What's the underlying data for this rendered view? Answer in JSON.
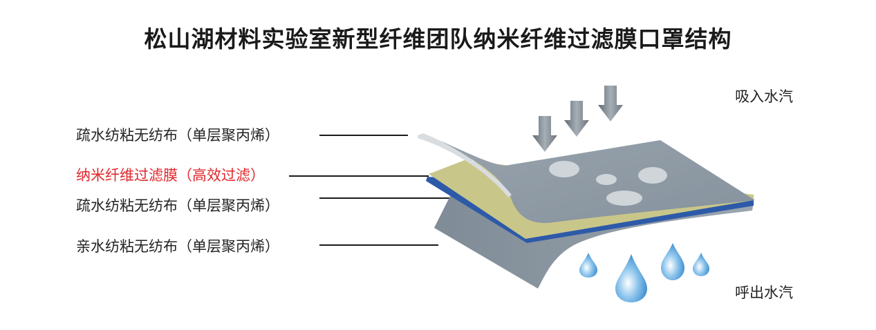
{
  "title": "松山湖材料实验室新型纤维团队纳米纤维过滤膜口罩结构",
  "layers": [
    {
      "label": "疏水纺粘无纺布（单层聚丙烯）",
      "color": "#222222"
    },
    {
      "label": "纳米纤维过滤膜（高效过滤）",
      "color": "#e0262b"
    },
    {
      "label": "疏水纺粘无纺布（单层聚丙烯）",
      "color": "#222222"
    },
    {
      "label": "亲水纺粘无纺布（单层聚丙烯）",
      "color": "#222222"
    }
  ],
  "inhale_label": "吸入水汽",
  "exhale_label": "呼出水汽",
  "colors": {
    "layer_gray": "#8e9aa5",
    "filter_membrane": "#c9c68a",
    "blue_edge": "#2d5aa8",
    "drop_blue": "#3a8fd0",
    "arrow_gray": "#7d868f"
  }
}
